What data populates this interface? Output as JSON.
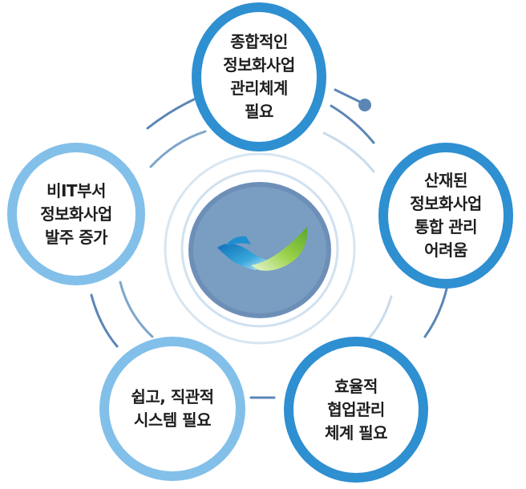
{
  "diagram": {
    "nodes": [
      {
        "id": "top",
        "style": "dark",
        "lines": [
          "종합적인",
          "정보화사업",
          "관리체계",
          "필요"
        ]
      },
      {
        "id": "right",
        "style": "dark",
        "lines": [
          "산재된",
          "정보화사업",
          "통합 관리",
          "어려움"
        ]
      },
      {
        "id": "bottom-right",
        "style": "dark",
        "lines": [
          "효율적",
          "협업관리",
          "체계 필요"
        ]
      },
      {
        "id": "bottom-left",
        "style": "light",
        "lines": [
          "쉽고, 직관적",
          "시스템 필요"
        ]
      },
      {
        "id": "left",
        "style": "light",
        "lines": [
          "비IT부서",
          "정보화사업",
          "발주 증가"
        ]
      }
    ],
    "colors": {
      "dark_ring": "#2e8fd1",
      "light_ring": "#82c0ea",
      "connector": "#5b86b5",
      "center_fill": "#7a9dc2",
      "logo_blue": "#1f8fcf",
      "logo_green": "#8cc63f",
      "dot": "#5b86b5"
    },
    "center_icon": "swoosh-logo-icon"
  }
}
